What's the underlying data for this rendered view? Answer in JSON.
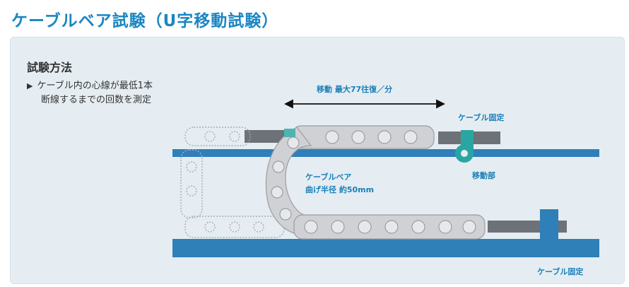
{
  "title": "ケーブルベア試験（U字移動試験）",
  "method": {
    "heading": "試験方法",
    "marker": "▶",
    "line1": "ケーブル内の心線が最低1本",
    "line2": "断線するまでの回数を測定"
  },
  "labels": {
    "movement": "移動  最大77往復／分",
    "cable_fixed_top": "ケーブル固定",
    "moving_part": "移動部",
    "cable_bear_name": "ケーブルベア",
    "bend_radius": "曲げ半径  約50mm",
    "cable_fixed_bottom": "ケーブル固定"
  },
  "colors": {
    "title": "#1a86c4",
    "rail": "#2f7fb8",
    "chain_fill": "#cfd1d4",
    "chain_stroke": "#9a9da2",
    "teal": "#2aa6a2",
    "cable": "#6d7178"
  }
}
